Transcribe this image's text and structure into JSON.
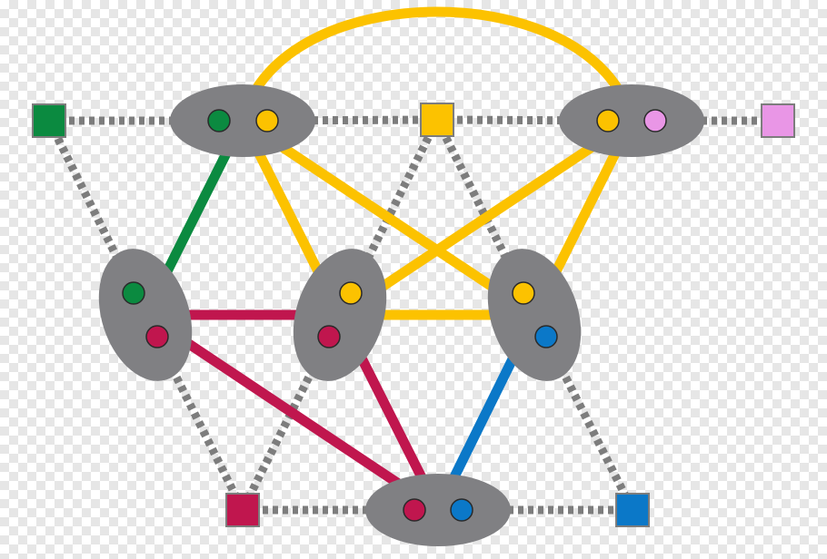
{
  "diagram": {
    "colors": {
      "green": "#0b8a40",
      "yellow": "#fcc200",
      "pink": "#e996e6",
      "crimson": "#c0164e",
      "blue": "#0b78c8",
      "node_gray": "#808083",
      "link_gray": "#7d7d7d",
      "background": "#ffffff",
      "checker": "#e6e6e6"
    },
    "terminals": [
      {
        "id": "t-green",
        "color": "green"
      },
      {
        "id": "t-yellow",
        "color": "yellow"
      },
      {
        "id": "t-pink",
        "color": "pink"
      },
      {
        "id": "t-crimson",
        "color": "crimson"
      },
      {
        "id": "t-blue",
        "color": "blue"
      }
    ],
    "nodes": [
      {
        "id": "n-top-left",
        "ports": [
          "green",
          "yellow"
        ]
      },
      {
        "id": "n-top-right",
        "ports": [
          "yellow",
          "pink"
        ]
      },
      {
        "id": "n-mid-left",
        "ports": [
          "green",
          "crimson"
        ]
      },
      {
        "id": "n-mid-center",
        "ports": [
          "yellow",
          "crimson"
        ]
      },
      {
        "id": "n-mid-right",
        "ports": [
          "yellow",
          "blue"
        ]
      },
      {
        "id": "n-bottom",
        "ports": [
          "crimson",
          "blue"
        ]
      }
    ],
    "solid_links": [
      {
        "from": "n-top-left",
        "to": "n-mid-left",
        "color": "green"
      },
      {
        "from": "n-top-left",
        "to": "n-top-right",
        "color": "yellow",
        "shape": "arc"
      },
      {
        "from": "n-top-left",
        "to": "n-mid-center",
        "color": "yellow"
      },
      {
        "from": "n-top-left",
        "to": "n-mid-right",
        "color": "yellow"
      },
      {
        "from": "n-top-right",
        "to": "n-mid-center",
        "color": "yellow"
      },
      {
        "from": "n-top-right",
        "to": "n-mid-right",
        "color": "yellow"
      },
      {
        "from": "n-mid-center",
        "to": "n-mid-right",
        "color": "yellow"
      },
      {
        "from": "n-mid-left",
        "to": "n-mid-center",
        "color": "crimson"
      },
      {
        "from": "n-mid-left",
        "to": "n-bottom",
        "color": "crimson"
      },
      {
        "from": "n-mid-center",
        "to": "n-bottom",
        "color": "crimson"
      },
      {
        "from": "n-mid-right",
        "to": "n-bottom",
        "color": "blue"
      }
    ],
    "dashed_links": [
      {
        "from": "t-green",
        "to": "n-top-left"
      },
      {
        "from": "n-top-left",
        "to": "t-yellow"
      },
      {
        "from": "t-yellow",
        "to": "n-top-right"
      },
      {
        "from": "n-top-right",
        "to": "t-pink"
      },
      {
        "from": "t-green",
        "to": "n-mid-left"
      },
      {
        "from": "t-yellow",
        "to": "n-mid-center"
      },
      {
        "from": "t-yellow",
        "to": "n-mid-right"
      },
      {
        "from": "n-mid-left",
        "to": "t-crimson"
      },
      {
        "from": "n-mid-center",
        "to": "t-crimson"
      },
      {
        "from": "n-mid-right",
        "to": "t-blue"
      },
      {
        "from": "t-crimson",
        "to": "n-bottom"
      },
      {
        "from": "n-bottom",
        "to": "t-blue"
      }
    ]
  }
}
